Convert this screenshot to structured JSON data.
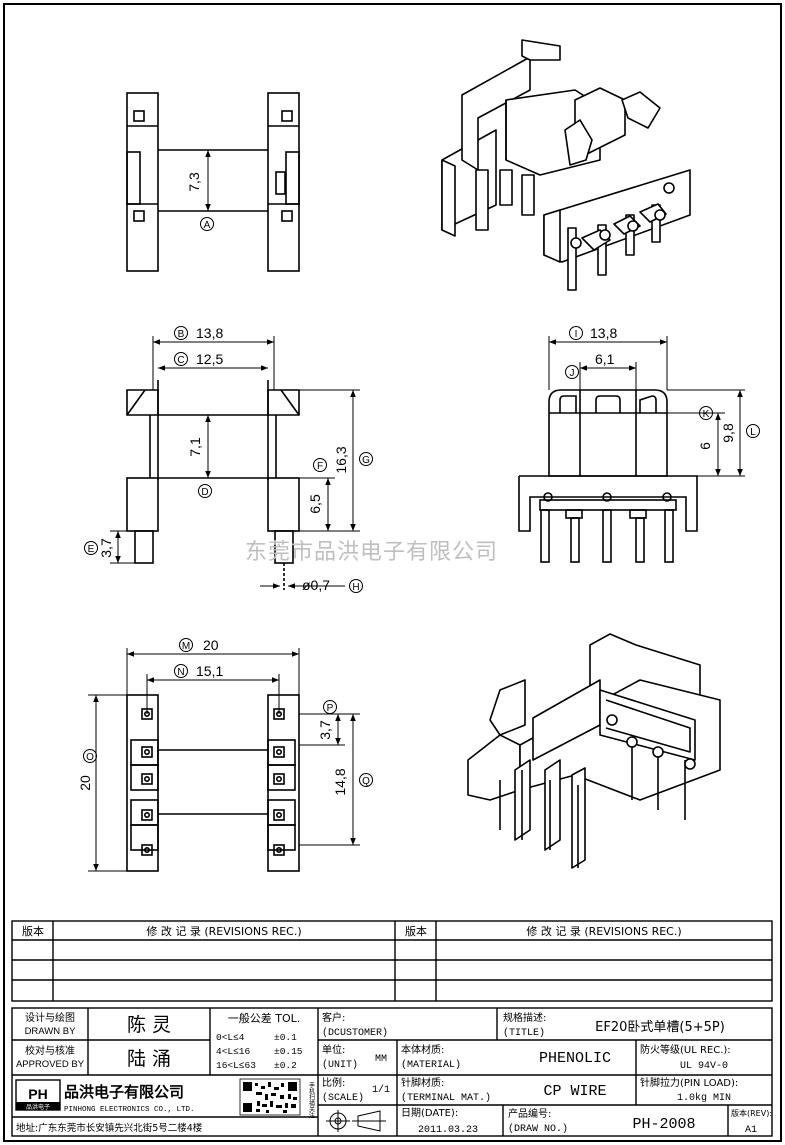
{
  "watermark": "东莞市品洪电子有限公司",
  "dims": {
    "a": "7,3",
    "a_tag": "A",
    "b": "13,8",
    "b_tag": "B",
    "c": "12,5",
    "c_tag": "C",
    "d": "7,1",
    "d_tag": "D",
    "e": "3,7",
    "e_tag": "E",
    "f": "6,5",
    "f_tag": "F",
    "g": "16,3",
    "g_tag": "G",
    "h": "ø0,7",
    "h_tag": "H",
    "i": "13,8",
    "i_tag": "I",
    "j": "6,1",
    "j_tag": "J",
    "k": "6",
    "k_tag": "K",
    "l": "9,8",
    "l_tag": "L",
    "m": "20",
    "m_tag": "M",
    "n": "15,1",
    "n_tag": "N",
    "o": "20",
    "o_tag": "O",
    "p": "3,7",
    "p_tag": "P",
    "q": "14,8",
    "q_tag": "Q"
  },
  "revisions": {
    "col_ver": "版本",
    "col_rec": "修 改 记 录 (REVISIONS REC.)"
  },
  "title_block": {
    "drawn_label_cn": "设计与绘图",
    "drawn_label_en": "DRAWN BY",
    "drawn_name": "陈 灵",
    "approved_label_cn": "校对与核准",
    "approved_label_en": "APPROVED BY",
    "approved_name": "陆 涌",
    "tol_title": "一般公差 TOL.",
    "tol_rows": [
      {
        "range": "0<L≤4",
        "val": "±0.1"
      },
      {
        "range": "4<L≤16",
        "val": "±0.15"
      },
      {
        "range": "16<L≤63",
        "val": "±0.2"
      }
    ],
    "customer_cn": "客户:",
    "customer_en": "(DCUSTOMER)",
    "spec_cn": "规格描述:",
    "spec_en": "(TITLE)",
    "spec_val": "EF20卧式单槽(5+5P)",
    "unit_cn": "单位:",
    "unit_en": "(UNIT)",
    "unit_val": "MM",
    "material_cn": "本体材质:",
    "material_en": "(MATERIAL)",
    "material_val": "PHENOLIC",
    "fire_cn": "防火等级(UL REC.):",
    "fire_val": "UL 94V-0",
    "scale_cn": "比例:",
    "scale_en": "(SCALE)",
    "scale_val": "1/1",
    "terminal_cn": "针脚材质:",
    "terminal_en": "(TERMINAL MAT.)",
    "terminal_val": "CP WIRE",
    "pinload_cn": "针脚拉力(PIN LOAD):",
    "pinload_val": "1.0kg MIN",
    "date_cn": "日期(DATE):",
    "date_val": "2011.03.23",
    "drawno_cn": "产品编号:",
    "drawno_en": "(DRAW NO.)",
    "drawno_val": "PH-2008",
    "rev_cn": "版本(REV):",
    "rev_val": "A1",
    "company_logo": "PH",
    "company_logo_sub": "品洪电子",
    "company_cn": "品洪电子有限公司",
    "company_en": "PINHONG ELECTRONICS CO., LTD.",
    "qr_text": "手机扫描关注",
    "address": "地址:广东东莞市长安镇先兴北街5号二楼4楼"
  }
}
